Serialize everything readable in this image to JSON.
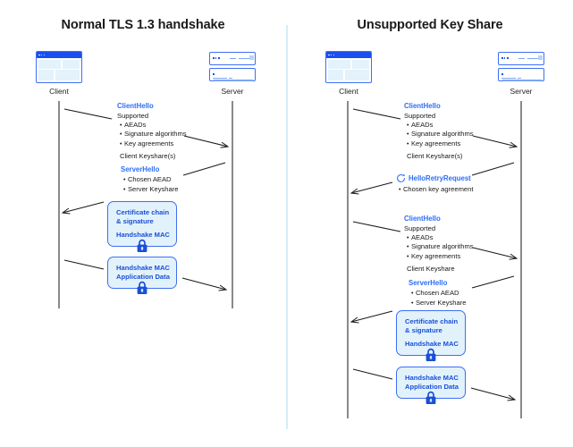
{
  "panels": [
    {
      "id": "normal",
      "title": "Normal TLS 1.3 handshake",
      "client_label": "Client",
      "server_label": "Server",
      "messages": [
        {
          "id": "client-hello-1",
          "title": "ClientHello",
          "lines": [
            "Supported"
          ],
          "bullets": [
            "AEADs",
            "Signature algorithms",
            "Key agreements"
          ],
          "footer": "Client Keyshare(s)",
          "direction": "client-to-server"
        },
        {
          "id": "server-hello-1",
          "title": "ServerHello",
          "lines": [],
          "bullets": [
            "Chosen AEAD",
            "Server Keyshare"
          ],
          "footer": "",
          "direction": "server-to-client"
        }
      ],
      "encrypted_boxes": [
        {
          "id": "certificate-box",
          "group_a": [
            "Certificate chain",
            "& signature"
          ],
          "group_b": [
            "Handshake MAC"
          ],
          "lock": "lock-icon",
          "direction": "server-to-client"
        },
        {
          "id": "application-data-box",
          "group_a": [
            "Handshake MAC",
            "Application Data"
          ],
          "group_b": [],
          "lock": "lock-icon",
          "direction": "client-to-server"
        }
      ]
    },
    {
      "id": "unsupported",
      "title": "Unsupported Key Share",
      "client_label": "Client",
      "server_label": "Server",
      "messages": [
        {
          "id": "client-hello-1",
          "title": "ClientHello",
          "lines": [
            "Supported"
          ],
          "bullets": [
            "AEADs",
            "Signature algorithms",
            "Key agreements"
          ],
          "footer": "Client Keyshare(s)",
          "direction": "client-to-server"
        },
        {
          "id": "hello-retry-request",
          "title": "HelloRetryRequest",
          "icon": "retry-circle-icon",
          "lines": [],
          "bullets": [
            "Chosen key agreement"
          ],
          "footer": "",
          "direction": "server-to-client"
        },
        {
          "id": "client-hello-2",
          "title": "ClientHello",
          "lines": [
            "Supported"
          ],
          "bullets": [
            "AEADs",
            "Signature algorithms",
            "Key agreements"
          ],
          "footer": "Client Keyshare",
          "direction": "client-to-server"
        },
        {
          "id": "server-hello-1",
          "title": "ServerHello",
          "lines": [],
          "bullets": [
            "Chosen AEAD",
            "Server Keyshare"
          ],
          "footer": "",
          "direction": "server-to-client"
        }
      ],
      "encrypted_boxes": [
        {
          "id": "certificate-box",
          "group_a": [
            "Certificate chain",
            "& signature"
          ],
          "group_b": [
            "Handshake MAC"
          ],
          "lock": "lock-icon",
          "direction": "server-to-client"
        },
        {
          "id": "application-data-box",
          "group_a": [
            "Handshake MAC",
            "Application Data"
          ],
          "group_b": [],
          "lock": "lock-icon",
          "direction": "client-to-server"
        }
      ]
    }
  ],
  "colors": {
    "accent_blue": "#2d6df6",
    "box_fill": "#e2f2fb",
    "box_border": "#3f6ef5",
    "lifeline_gray": "#8a8a8a",
    "divider_blue": "#d6ecf7",
    "title_black": "#1a1a1a",
    "lock_blue": "#1a4fd6"
  }
}
